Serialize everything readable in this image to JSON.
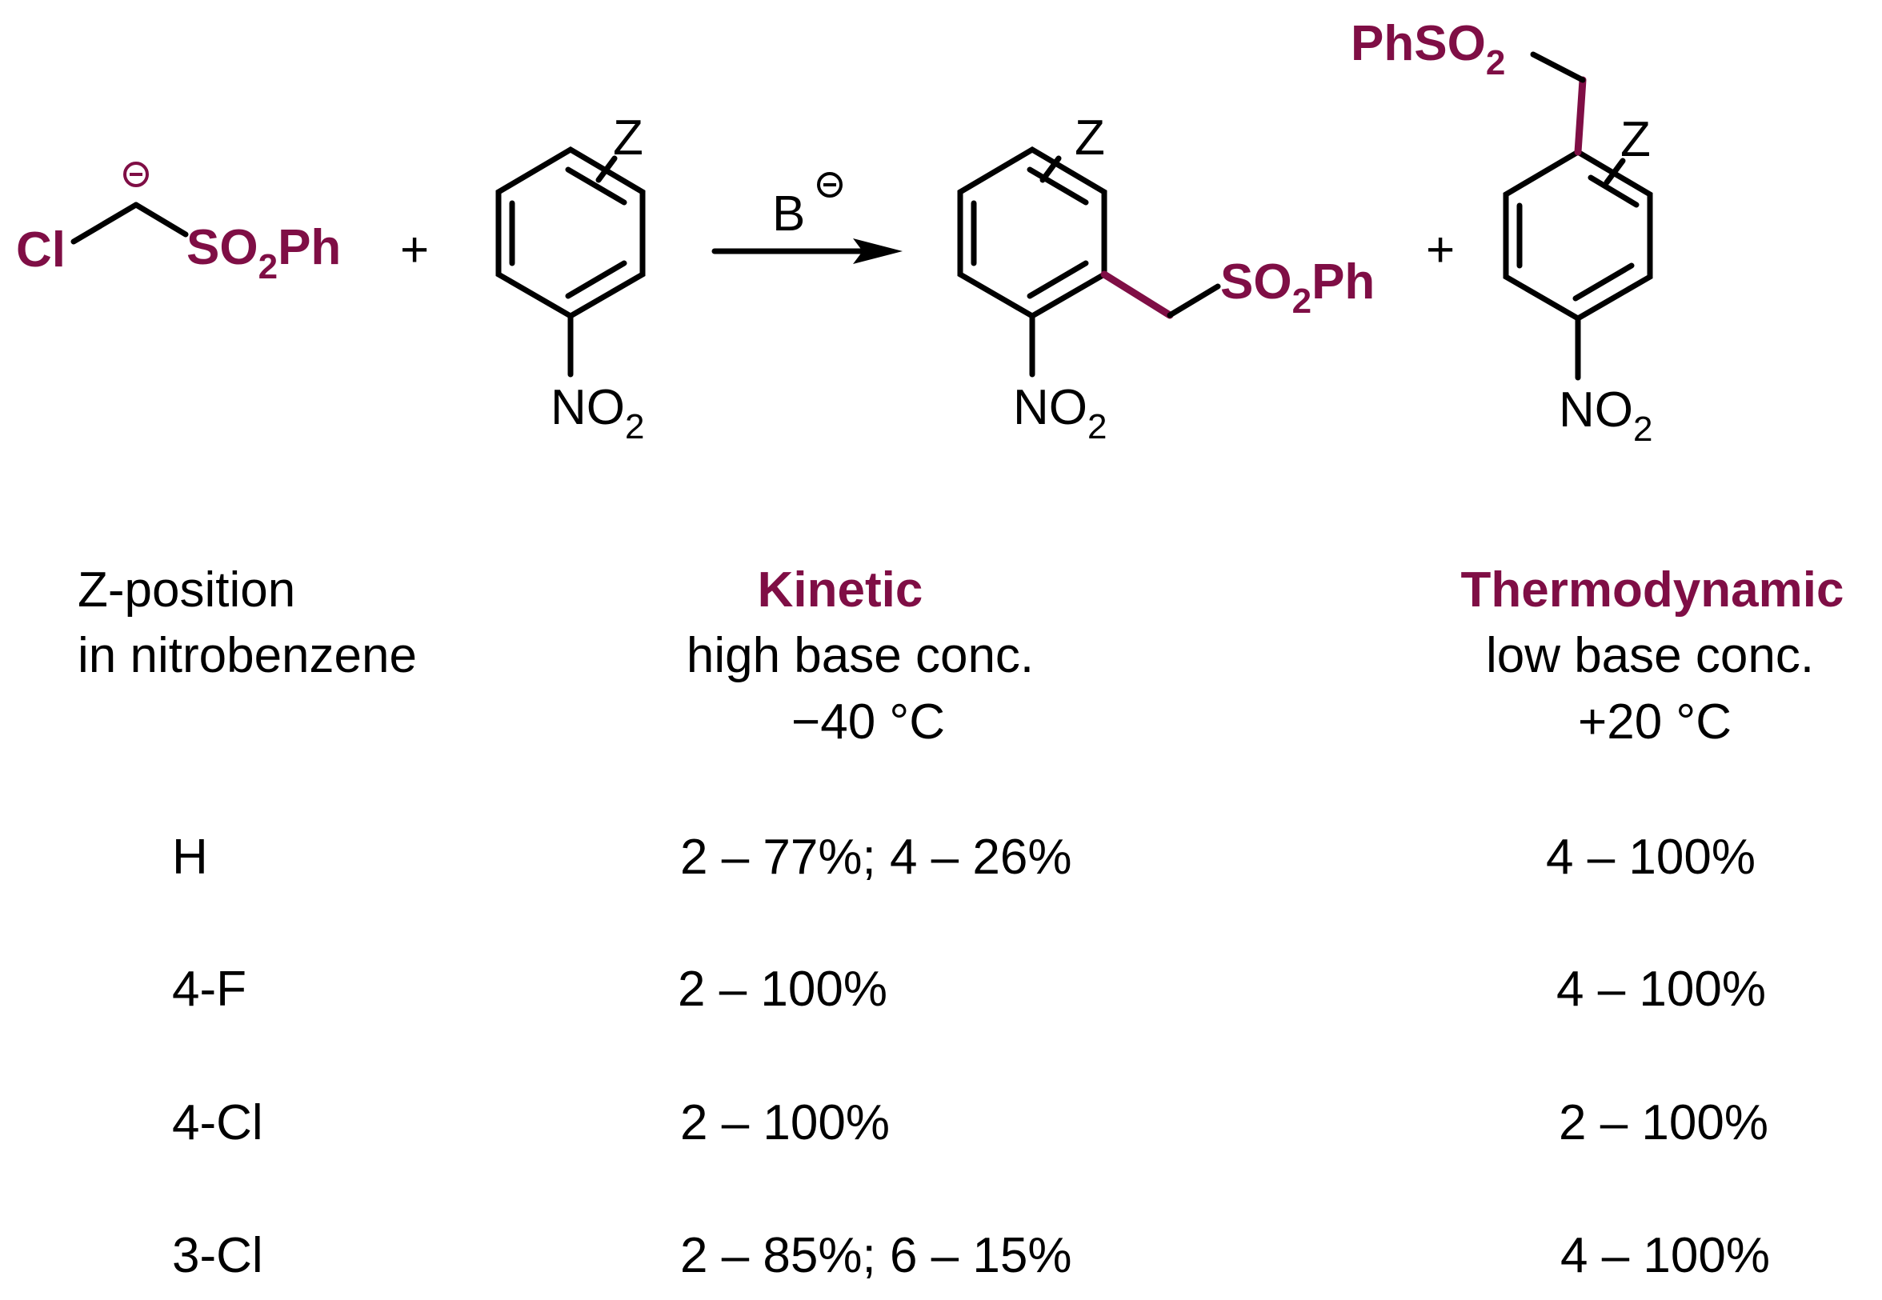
{
  "colors": {
    "accent": "#7f0e45",
    "ink": "#000000",
    "background": "#ffffff"
  },
  "reagent": {
    "cl": "Cl",
    "so2ph_prefix": "SO",
    "so2ph_sub": "2",
    "so2ph_suffix": "Ph"
  },
  "plus": "+",
  "substrate": {
    "z": "Z",
    "no2_prefix": "NO",
    "no2_sub": "2"
  },
  "arrow": {
    "base": "B"
  },
  "product_ortho": {
    "z": "Z",
    "no2_prefix": "NO",
    "no2_sub": "2",
    "so2ph_prefix": "SO",
    "so2ph_sub": "2",
    "so2ph_suffix": "Ph"
  },
  "product_para": {
    "z": "Z",
    "no2_prefix": "NO",
    "no2_sub": "2",
    "phso2_prefix": "PhSO",
    "phso2_sub": "2"
  },
  "table": {
    "col1_header": [
      "Z-position",
      "in nitrobenzene"
    ],
    "col2_header": {
      "title": "Kinetic",
      "line1": "high base conc.",
      "line2": "−40 °C"
    },
    "col3_header": {
      "title": "Thermodynamic",
      "line1": "low base conc.",
      "line2": "+20 °C"
    },
    "rows": [
      {
        "z": "H",
        "kinetic": "2 – 77%;  4 – 26%",
        "thermodynamic": "4 – 100%"
      },
      {
        "z": "4-F",
        "kinetic": "2 – 100%",
        "thermodynamic": "4 – 100%"
      },
      {
        "z": "4-Cl",
        "kinetic": "2 – 100%",
        "thermodynamic": "2 – 100%"
      },
      {
        "z": "3-Cl",
        "kinetic": "2 – 85%;  6 – 15%",
        "thermodynamic": "4 – 100%"
      }
    ]
  }
}
